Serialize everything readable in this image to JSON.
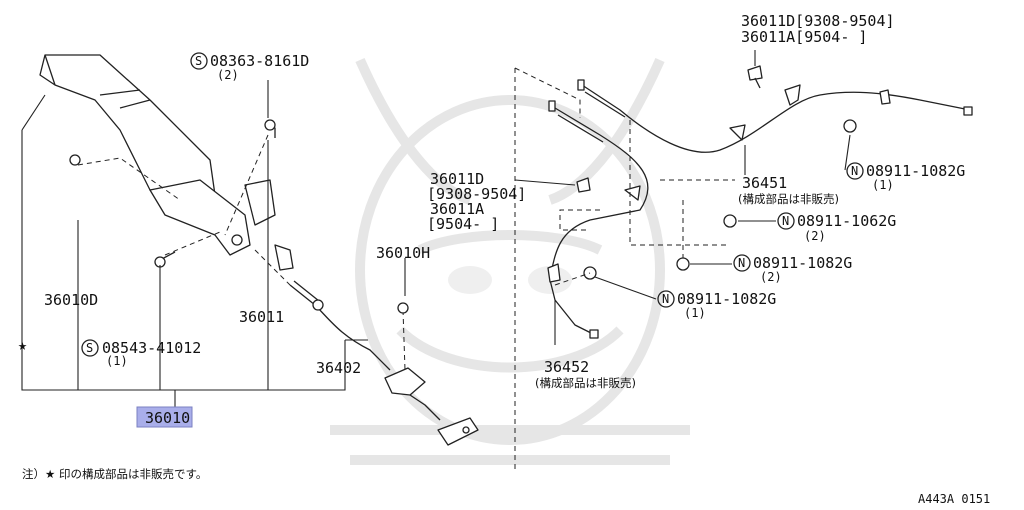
{
  "diagram": {
    "highlight_color": "#a9aeea",
    "parts": {
      "lever_assembly": "36010",
      "lever_sub": "36010D",
      "lever_bolt_code": "08543-41012",
      "lever_bolt_qty": "(1)",
      "bracket_bolt_code": "08363-8161D",
      "bracket_bolt_qty": "(2)",
      "front_cable": "36011",
      "rear_cable": "36402",
      "bolt_36010h": "36010H",
      "top_rear_line1": "36011D[9308-9504]",
      "top_rear_line2": "36011A[9504-     ]",
      "mid_line1": "36011D",
      "mid_line2": "[9308-9504]",
      "mid_line3": "36011A",
      "mid_line4": "[9504-     ]",
      "cable_36451": "36451",
      "cable_36451_note": "(構成部品は非販売)",
      "cable_36452": "36452",
      "cable_36452_note": "(構成部品は非販売)",
      "nut_a_code": "08911-1082G",
      "nut_a_qty": "(1)",
      "nut_b_code": "08911-1062G",
      "nut_b_qty": "(2)",
      "nut_c_code": "08911-1082G",
      "nut_c_qty": "(2)",
      "nut_d_code": "08911-1082G",
      "nut_d_qty": "(1)"
    },
    "symbols": {
      "star": "★",
      "s_mark": "S",
      "n_mark": "N"
    },
    "footnote": "注）★ 印の構成部品は非販売です。",
    "figure_id": "A443A 0151"
  }
}
